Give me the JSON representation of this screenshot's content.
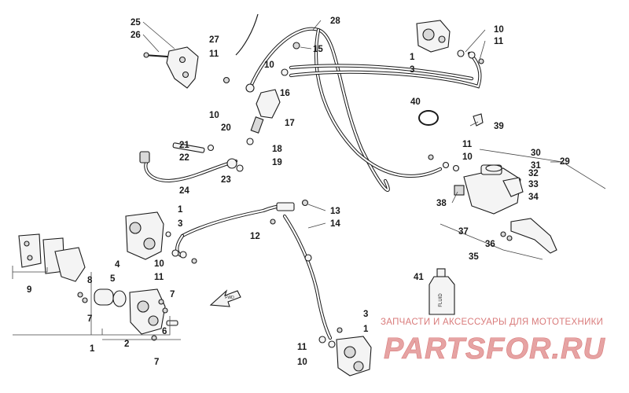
{
  "callouts": [
    {
      "id": "c25",
      "text": "25"
    },
    {
      "id": "c26",
      "text": "26"
    },
    {
      "id": "c27",
      "text": "27"
    },
    {
      "id": "c11a",
      "text": "11"
    },
    {
      "id": "c28",
      "text": "28"
    },
    {
      "id": "c15",
      "text": "15"
    },
    {
      "id": "c10a",
      "text": "10"
    },
    {
      "id": "c16",
      "text": "16"
    },
    {
      "id": "c10b",
      "text": "10"
    },
    {
      "id": "c17",
      "text": "17"
    },
    {
      "id": "c20",
      "text": "20"
    },
    {
      "id": "c18",
      "text": "18"
    },
    {
      "id": "c19",
      "text": "19"
    },
    {
      "id": "c21",
      "text": "21"
    },
    {
      "id": "c22",
      "text": "22"
    },
    {
      "id": "c23",
      "text": "23"
    },
    {
      "id": "c24",
      "text": "24"
    },
    {
      "id": "c10c",
      "text": "10"
    },
    {
      "id": "c11b",
      "text": "11"
    },
    {
      "id": "c1a",
      "text": "1"
    },
    {
      "id": "c3a",
      "text": "3"
    },
    {
      "id": "c40",
      "text": "40"
    },
    {
      "id": "c39",
      "text": "39"
    },
    {
      "id": "c11c",
      "text": "11"
    },
    {
      "id": "c10d",
      "text": "10"
    },
    {
      "id": "c30",
      "text": "30"
    },
    {
      "id": "c29",
      "text": "29"
    },
    {
      "id": "c31",
      "text": "31"
    },
    {
      "id": "c32",
      "text": "32"
    },
    {
      "id": "c33",
      "text": "33"
    },
    {
      "id": "c34",
      "text": "34"
    },
    {
      "id": "c38",
      "text": "38"
    },
    {
      "id": "c37",
      "text": "37"
    },
    {
      "id": "c36",
      "text": "36"
    },
    {
      "id": "c35",
      "text": "35"
    },
    {
      "id": "c13",
      "text": "13"
    },
    {
      "id": "c14",
      "text": "14"
    },
    {
      "id": "c12",
      "text": "12"
    },
    {
      "id": "c1b",
      "text": "1"
    },
    {
      "id": "c3b",
      "text": "3"
    },
    {
      "id": "c10e",
      "text": "10"
    },
    {
      "id": "c11d",
      "text": "11"
    },
    {
      "id": "c4",
      "text": "4"
    },
    {
      "id": "c5",
      "text": "5"
    },
    {
      "id": "c8",
      "text": "8"
    },
    {
      "id": "c9",
      "text": "9"
    },
    {
      "id": "c7a",
      "text": "7"
    },
    {
      "id": "c7b",
      "text": "7"
    },
    {
      "id": "c6",
      "text": "6"
    },
    {
      "id": "c2",
      "text": "2"
    },
    {
      "id": "c1c",
      "text": "1"
    },
    {
      "id": "c7c",
      "text": "7"
    },
    {
      "id": "c41",
      "text": "41"
    },
    {
      "id": "c3c",
      "text": "3"
    },
    {
      "id": "c1d",
      "text": "1"
    },
    {
      "id": "c11e",
      "text": "11"
    },
    {
      "id": "c10f",
      "text": "10"
    }
  ],
  "labels": {
    "fluid_bottle": "FLUID",
    "front_arrow": "FWD"
  },
  "watermark": {
    "tagline": "ЗАПЧАСТИ И АКСЕССУАРЫ ДЛЯ МОТОТЕХНИКИ",
    "logo_text": "PARTSFOR.RU"
  },
  "colors": {
    "line": "#1a1a1a",
    "watermark": "#d97b7b"
  }
}
